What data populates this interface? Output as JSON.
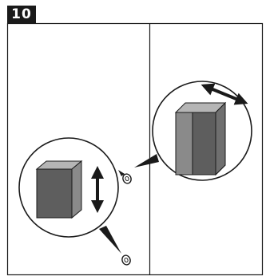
{
  "step": {
    "number": "10"
  },
  "panels": [
    {
      "id": "left",
      "callout_icon": "vertical-adjust-arrow-icon",
      "motion": "vertical"
    },
    {
      "id": "right",
      "callout_icon": "horizontal-adjust-arrow-icon",
      "motion": "horizontal"
    }
  ],
  "colors": {
    "line": "#1a1a1a",
    "box_front": "#5e5e5e",
    "box_side": "#8a8a8a",
    "box_top": "#b5b5b5",
    "badge": "#1a1a1a"
  }
}
